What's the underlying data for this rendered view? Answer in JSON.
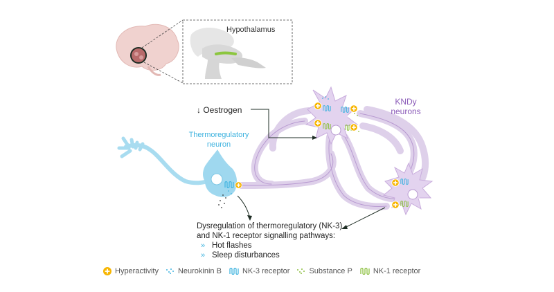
{
  "labels": {
    "hypothalamus": "Hypothalamus",
    "oestrogen": "↓ Oestrogen",
    "kndy": "KNDy neurons",
    "thermo": "Thermoregulatory neuron"
  },
  "text_block": {
    "line1": "Dysregulation of thermoregulatory (NK-3)",
    "line2": "and NK-1 receptor signalling pathways:",
    "bullets": [
      "Hot flashes",
      "Sleep disturbances"
    ]
  },
  "legend": [
    {
      "icon": "plus-circle-icon",
      "label": "Hyperactivity"
    },
    {
      "icon": "neurokinin-b-dots-icon",
      "label": "Neurokinin B"
    },
    {
      "icon": "nk3-receptor-coil-icon",
      "label": "NK-3 receptor"
    },
    {
      "icon": "substance-p-dots-icon",
      "label": "Substance P"
    },
    {
      "icon": "nk1-receptor-coil-icon",
      "label": "NK-1 receptor"
    }
  ],
  "colors": {
    "kndy_neuron": "#d9c4e6",
    "kndy_outline": "#b89ad1",
    "thermo_neuron": "#9fd8ef",
    "hyperactivity": "#f7b500",
    "nk3_receptor": "#3fb3df",
    "nk1_receptor": "#8cbf3f",
    "text_purple": "#8a5ab8",
    "text_blue": "#3fb3df"
  }
}
